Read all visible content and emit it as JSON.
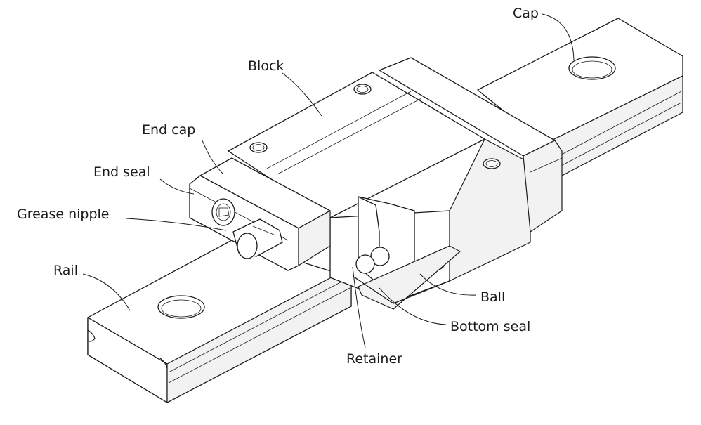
{
  "labels": {
    "cap": "Cap",
    "block": "Block",
    "end_cap": "End cap",
    "end_seal": "End seal",
    "grease_nipple": "Grease nipple",
    "rail": "Rail",
    "ball": "Ball",
    "bottom_seal": "Bottom seal",
    "retainer": "Retainer"
  }
}
